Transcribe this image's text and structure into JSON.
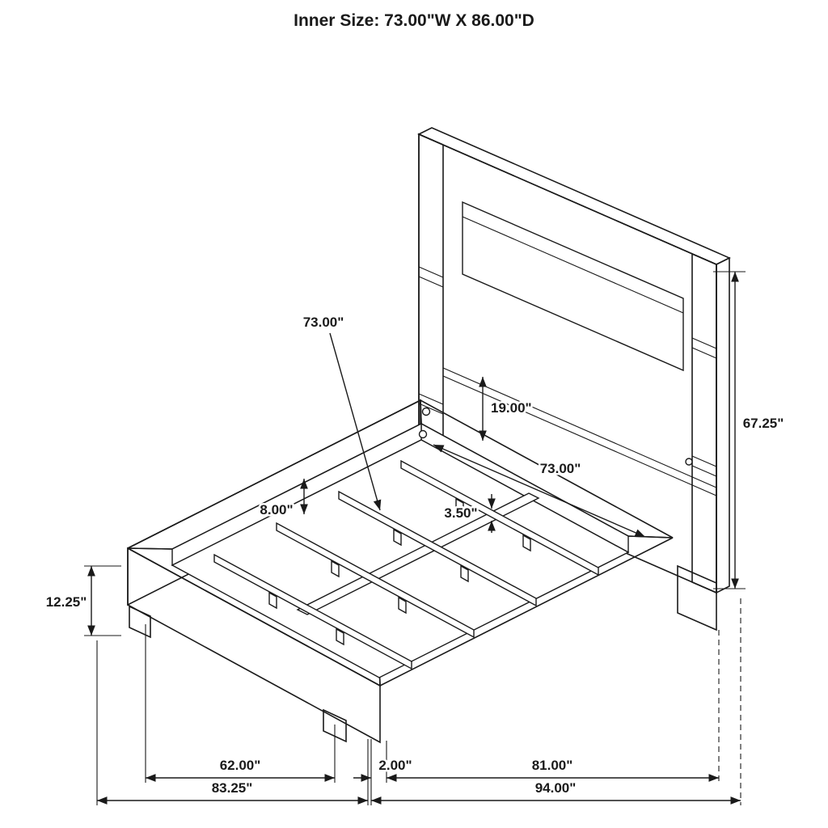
{
  "title": "Inner Size: 73.00\"W X 86.00\"D",
  "dimensions": {
    "slat_length": "73.00\"",
    "headboard_panel_height": "19.00\"",
    "inner_width": "73.00\"",
    "slat_thickness": "3.50\"",
    "rail_inner_depth": "8.00\"",
    "base_height": "12.25\"",
    "headboard_height": "67.25\"",
    "slat_span_width": "62.00\"",
    "base_outer_width": "83.25\"",
    "side_gap": "2.00\"",
    "frame_width": "81.00\"",
    "overall_width": "94.00\""
  }
}
